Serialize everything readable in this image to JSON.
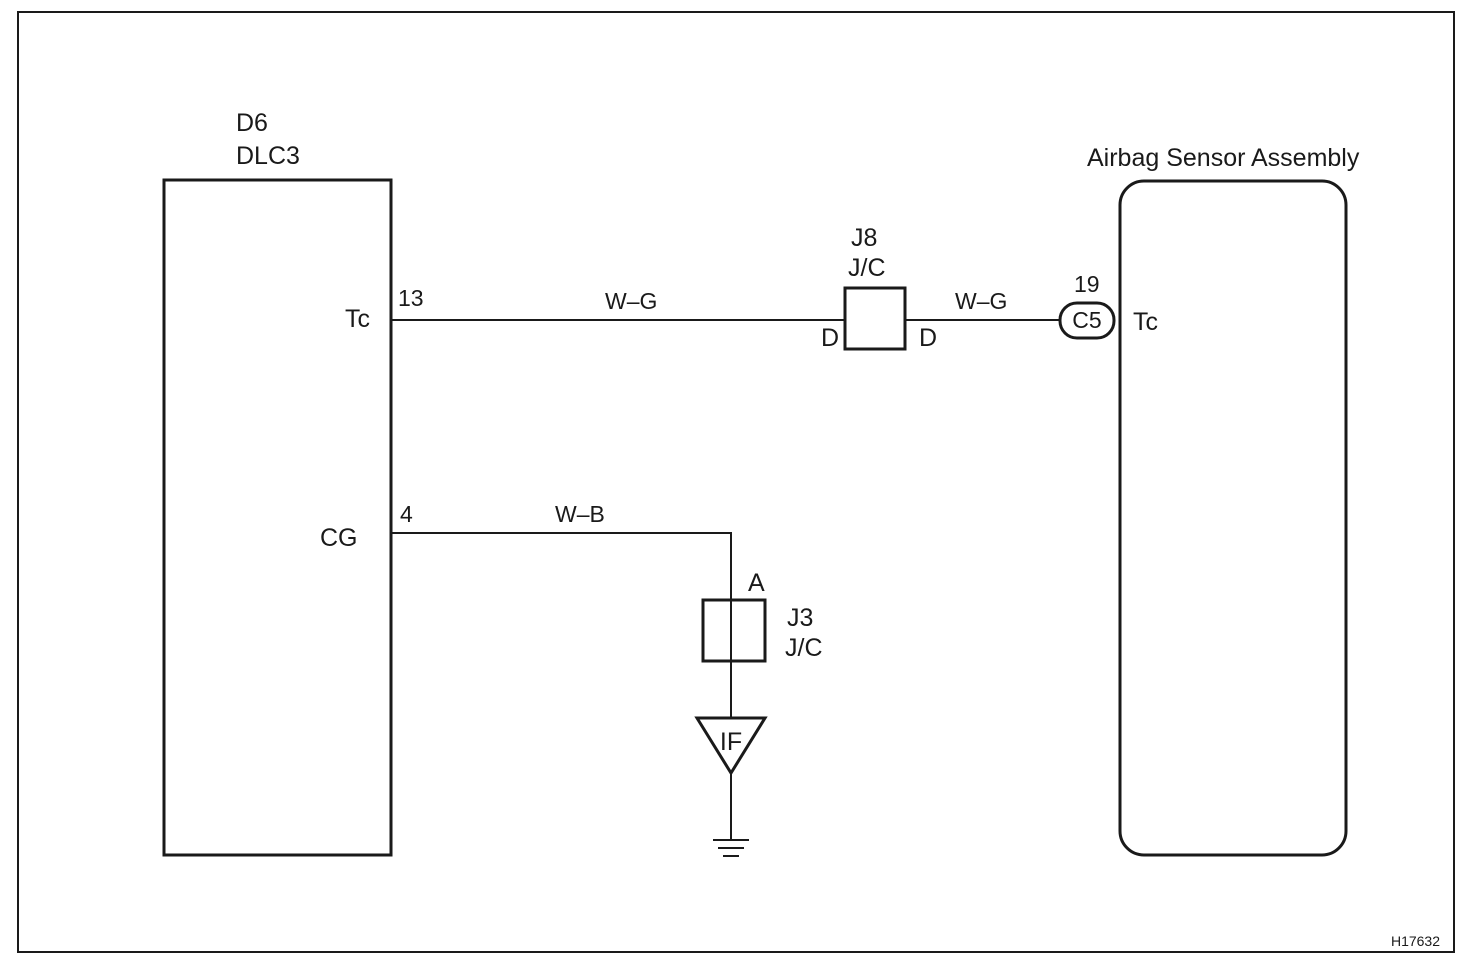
{
  "figure_code": "H17632",
  "dlc3": {
    "connector": "D6",
    "name": "DLC3",
    "pins": [
      {
        "number": "13",
        "terminal": "Tc"
      },
      {
        "number": "4",
        "terminal": "CG"
      }
    ]
  },
  "airbag_sensor": {
    "name": "Airbag Sensor Assembly",
    "connector": "C5",
    "pin_number": "19",
    "terminal": "Tc"
  },
  "junction_j8": {
    "id": "J8",
    "type": "J/C",
    "left_pin": "D",
    "right_pin": "D"
  },
  "junction_j3": {
    "id": "J3",
    "type": "J/C",
    "pin": "A"
  },
  "ground_point": "IF",
  "wires": [
    {
      "color_code": "W–G"
    },
    {
      "color_code": "W–G"
    },
    {
      "color_code": "W–B"
    }
  ]
}
